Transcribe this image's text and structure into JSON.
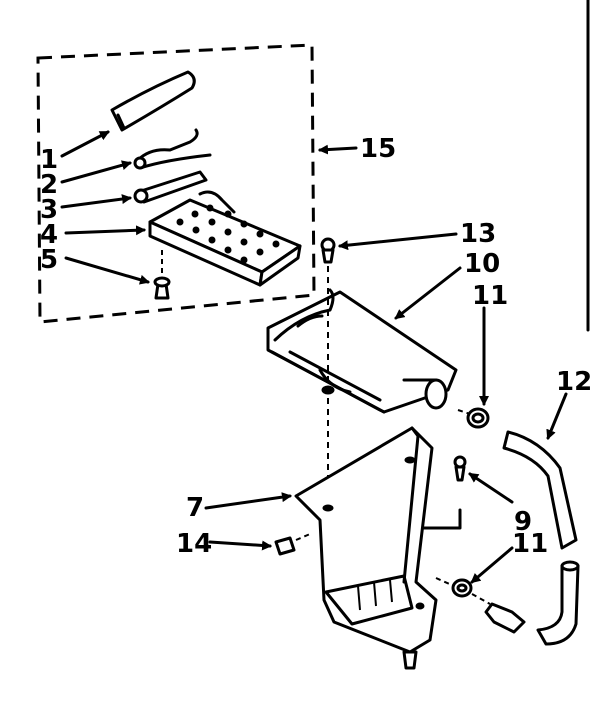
{
  "labels": {
    "p1": "1",
    "p2": "2",
    "p3": "3",
    "p4": "4",
    "p5": "5",
    "p7": "7",
    "p9": "9",
    "p10": "10",
    "p11a": "11",
    "p11b": "11",
    "p12": "12",
    "p13": "13",
    "p14": "14",
    "p15": "15"
  }
}
